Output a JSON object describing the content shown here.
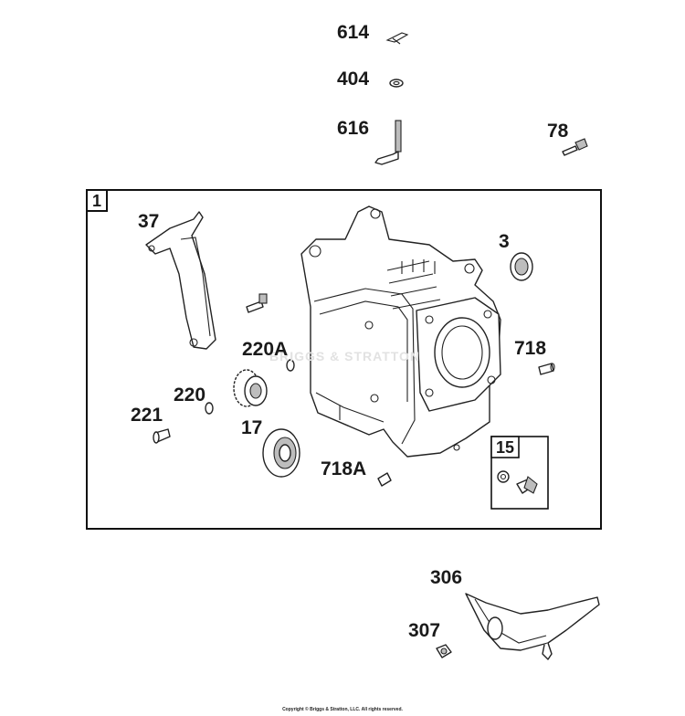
{
  "callouts": {
    "c614": "614",
    "c404": "404",
    "c616": "616",
    "c78": "78",
    "c37": "37",
    "c3": "3",
    "c220A": "220A",
    "c718": "718",
    "c220": "220",
    "c221": "221",
    "c17": "17",
    "c718A": "718A",
    "c306": "306",
    "c307": "307"
  },
  "boxes": {
    "main": "1",
    "sub": "15"
  },
  "watermark": "BRIGGS & STRATTON",
  "copyright": "Copyright © Briggs & Stratton, LLC. All rights reserved."
}
